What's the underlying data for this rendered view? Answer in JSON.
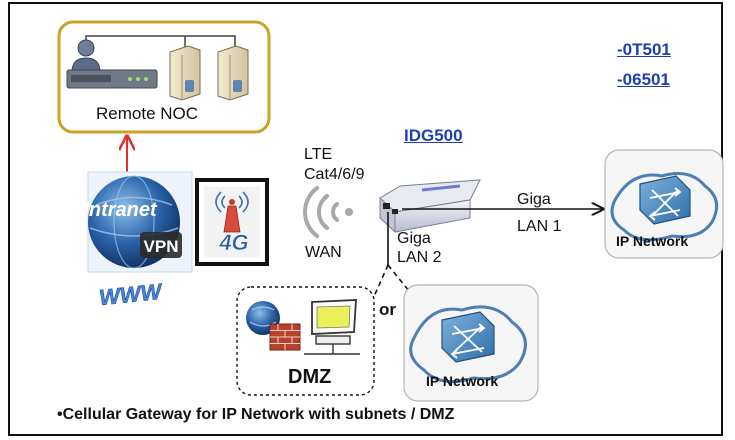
{
  "models": [
    "-0T501",
    "-06501"
  ],
  "remote_noc": "Remote NOC",
  "product": "IDG500",
  "wan_tech_line1": "LTE",
  "wan_tech_line2": "Cat4/6/9",
  "wan_label": "WAN",
  "lan1_line1": "Giga",
  "lan1_line2": "LAN 1",
  "lan2_line1": "Giga",
  "lan2_line2": "LAN 2",
  "ip_network_label": "IP Network",
  "or_label": "or",
  "dmz_label": "DMZ",
  "intranet_text": "Intranet",
  "vpn_text": "VPN",
  "www_text": "WWW",
  "badge_4g": "4G",
  "caption": "•Cellular Gateway  for IP Network with subnets / DMZ",
  "colors": {
    "noc_border": "#c9a227",
    "model_text": "#1f3fb0",
    "uplink_arrow": "#e0302a",
    "globe": "#1c4c8c",
    "switch": "#3d7fb8"
  },
  "icons": [
    "person-icon",
    "router-icon",
    "server-icon",
    "globe-icon",
    "lte-signal-icon",
    "firewall-icon",
    "computer-icon",
    "switch-icon"
  ]
}
